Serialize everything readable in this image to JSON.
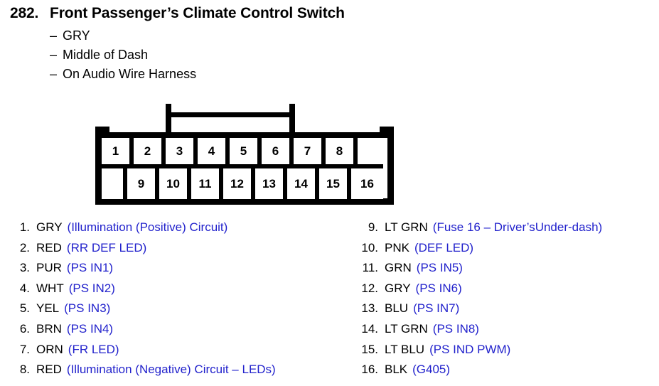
{
  "header": {
    "number": "282.",
    "title": "Front Passenger’s Climate Control Switch",
    "dash": "–",
    "details": [
      "GRY",
      "Middle of Dash",
      "On Audio Wire Harness"
    ]
  },
  "connector": {
    "top_row": [
      {
        "label": "1",
        "blank": false
      },
      {
        "label": "2",
        "blank": false
      },
      {
        "label": "3",
        "blank": false
      },
      {
        "label": "4",
        "blank": false
      },
      {
        "label": "5",
        "blank": false
      },
      {
        "label": "6",
        "blank": false
      },
      {
        "label": "7",
        "blank": false
      },
      {
        "label": "8",
        "blank": false
      },
      {
        "label": "",
        "blank": true
      }
    ],
    "bottom_row": [
      {
        "label": "",
        "blank": true
      },
      {
        "label": "9",
        "blank": false
      },
      {
        "label": "10",
        "blank": false
      },
      {
        "label": "11",
        "blank": false
      },
      {
        "label": "12",
        "blank": false
      },
      {
        "label": "13",
        "blank": false
      },
      {
        "label": "14",
        "blank": false
      },
      {
        "label": "15",
        "blank": false
      },
      {
        "label": "16",
        "blank": false
      }
    ]
  },
  "legend": {
    "desc_color": "#2222CC",
    "left": [
      {
        "num": "1.",
        "color": "GRY",
        "desc": "(Illumination (Positive) Circuit)"
      },
      {
        "num": "2.",
        "color": "RED",
        "desc": "(RR DEF LED)"
      },
      {
        "num": "3.",
        "color": "PUR",
        "desc": "(PS IN1)"
      },
      {
        "num": "4.",
        "color": "WHT",
        "desc": "(PS IN2)"
      },
      {
        "num": "5.",
        "color": "YEL",
        "desc": "(PS IN3)"
      },
      {
        "num": "6.",
        "color": "BRN",
        "desc": "(PS IN4)"
      },
      {
        "num": "7.",
        "color": "ORN",
        "desc": "(FR LED)"
      },
      {
        "num": "8.",
        "color": "RED",
        "desc": "(Illumination (Negative) Circuit – LEDs)"
      }
    ],
    "right": [
      {
        "num": "9.",
        "color": "LT GRN",
        "desc": "(Fuse 16 – Driver’sUnder-dash)"
      },
      {
        "num": "10.",
        "color": "PNK",
        "desc": "(DEF LED)"
      },
      {
        "num": "11.",
        "color": "GRN",
        "desc": "(PS IN5)"
      },
      {
        "num": "12.",
        "color": "GRY",
        "desc": "(PS IN6)"
      },
      {
        "num": "13.",
        "color": "BLU",
        "desc": "(PS IN7)"
      },
      {
        "num": "14.",
        "color": "LT GRN",
        "desc": "(PS IN8)"
      },
      {
        "num": "15.",
        "color": "LT BLU",
        "desc": "(PS IND PWM)"
      },
      {
        "num": "16.",
        "color": "BLK",
        "desc": "(G405)"
      }
    ]
  }
}
